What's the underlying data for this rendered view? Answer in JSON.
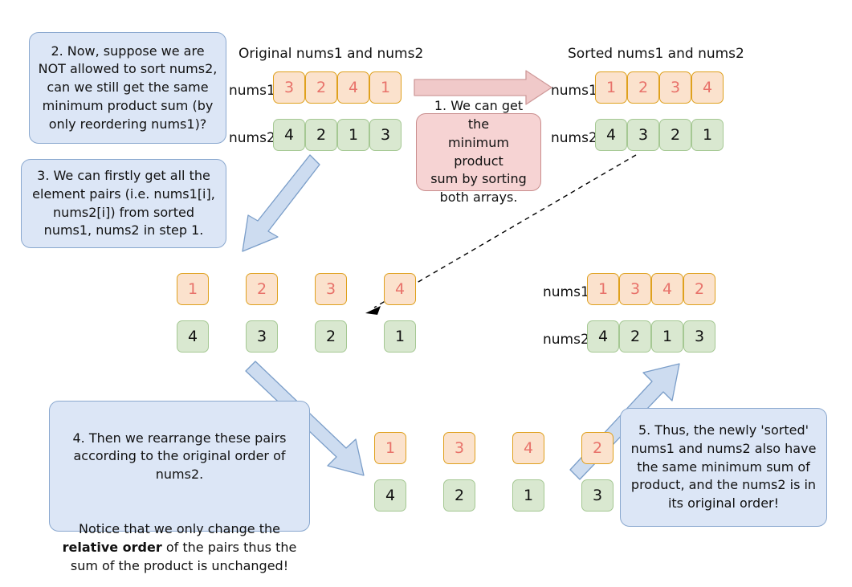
{
  "headings": {
    "original": "Original nums1 and nums2",
    "sorted": "Sorted nums1 and nums2"
  },
  "labels": {
    "nums1": "nums1",
    "nums2": "nums2"
  },
  "arrays": {
    "original_nums1": [
      "3",
      "2",
      "4",
      "1"
    ],
    "original_nums2": [
      "4",
      "2",
      "1",
      "3"
    ],
    "sorted_nums1": [
      "1",
      "2",
      "3",
      "4"
    ],
    "sorted_nums2": [
      "4",
      "3",
      "2",
      "1"
    ],
    "pairs_sorted_nums1": [
      "1",
      "2",
      "3",
      "4"
    ],
    "pairs_sorted_nums2": [
      "4",
      "3",
      "2",
      "1"
    ],
    "pairs_reordered_nums1": [
      "1",
      "3",
      "4",
      "2"
    ],
    "pairs_reordered_nums2": [
      "4",
      "2",
      "1",
      "3"
    ],
    "final_nums1": [
      "1",
      "3",
      "4",
      "2"
    ],
    "final_nums2": [
      "4",
      "2",
      "1",
      "3"
    ]
  },
  "notes": {
    "step1": "1. We can get the\nminimum product\nsum by sorting\nboth arrays.",
    "step2": "2. Now, suppose we are\nNOT allowed to sort nums2,\ncan we still get the same\nminimum product sum (by\nonly reordering nums1)?",
    "step3": "3. We can firstly get all the\nelement pairs (i.e. nums1[i],\nnums2[i]) from sorted\nnums1, nums2 in step 1.",
    "step4_part1": "4. Then we rearrange these pairs\naccording to the original order of\nnums2.",
    "step4_part2_pre": "Notice that we only change the\n",
    "step4_bold": "relative order",
    "step4_part2_post": " of the pairs thus the\nsum of the product is unchanged!",
    "step5": "5. Thus, the newly 'sorted'\nnums1 and nums2 also have\nthe same minimum sum of\nproduct, and the nums2 is in\nits original order!"
  },
  "colors": {
    "cell_orange_fill": "#fbe2cd",
    "cell_orange_border": "#dfa11e",
    "cell_orange_text": "#e8726a",
    "cell_green_fill": "#d9e8d0",
    "cell_green_border": "#a5c893",
    "note_blue_fill": "#dce6f6",
    "note_blue_border": "#8aa8cf",
    "note_red_fill": "#f6d3d3",
    "note_red_border": "#c98d8d",
    "arrow_blue_fill": "#cddcf0",
    "arrow_blue_border": "#7b9ec9",
    "arrow_red_fill": "#f0c9c9",
    "arrow_red_border": "#cf9a9a",
    "dashed_arrow": "#000000"
  },
  "arrows": {
    "sort_arrow": "red-block-arrow-right",
    "split_arrow": "blue-block-arrow-down-left",
    "rearrange_arrow": "blue-block-arrow-down-right",
    "rebuild_arrow": "blue-block-arrow-up-right",
    "pairs_arrow": "dashed-arrow-down-left"
  }
}
